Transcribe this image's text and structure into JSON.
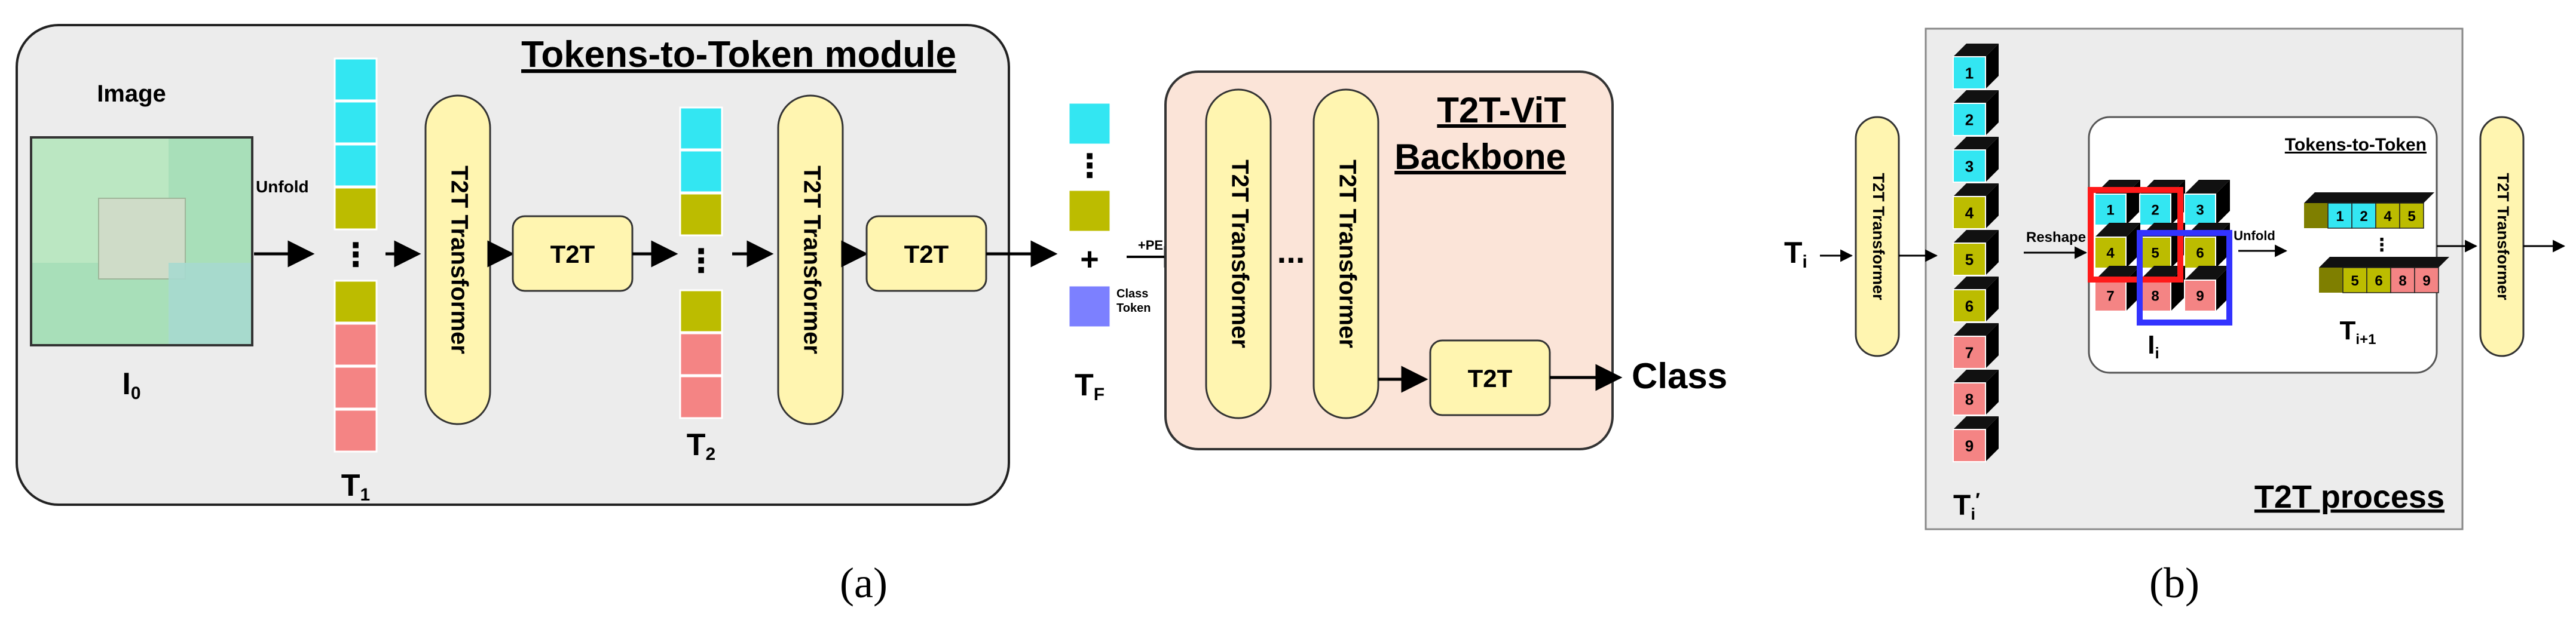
{
  "panel_a": {
    "module_title": "Tokens-to-Token module",
    "image_label": "Image",
    "unfold_label": "Unfold",
    "i0": {
      "main": "I",
      "sub": "0"
    },
    "t1": {
      "main": "T",
      "sub": "1"
    },
    "t2": {
      "main": "T",
      "sub": "2"
    },
    "tf": {
      "main": "T",
      "sub": "F"
    },
    "transformer_label": "T2T Transformer",
    "t2t_label": "T2T",
    "plus": "+",
    "pe_label": "+PE",
    "class_token_line1": "Class",
    "class_token_line2": "Token",
    "backbone_line1": "T2T-ViT",
    "backbone_line2": "Backbone",
    "ellipsis": "...",
    "class_output": "Class",
    "caption": "(a)",
    "colors": {
      "cyan": "#33e6f2",
      "olive": "#bcbc00",
      "pink": "#f48484",
      "blue_token": "#7c80ff",
      "capsule": "#fff5b0",
      "module_bg": "#ececec",
      "backbone_bg": "#fbe4d8"
    }
  },
  "panel_b": {
    "ti": {
      "main": "T",
      "sub": "i"
    },
    "transformer_label": "T2T Transformer",
    "token_numbers": [
      "1",
      "2",
      "3",
      "4",
      "5",
      "6",
      "7",
      "8",
      "9"
    ],
    "ti_prime": {
      "main": "T",
      "sub": "i",
      "sup": "′"
    },
    "reshape_label": "Reshape",
    "inner_title": "Tokens-to-Token",
    "unfold_label": "Unfold",
    "ii": {
      "main": "I",
      "sub": "i"
    },
    "ti1": {
      "main": "T",
      "sub": "i+1"
    },
    "strip_top": [
      "1",
      "2",
      "4",
      "5"
    ],
    "strip_bottom": [
      "5",
      "6",
      "8",
      "9"
    ],
    "dots": "⋮",
    "process_title": "T2T process",
    "caption": "(b)"
  }
}
